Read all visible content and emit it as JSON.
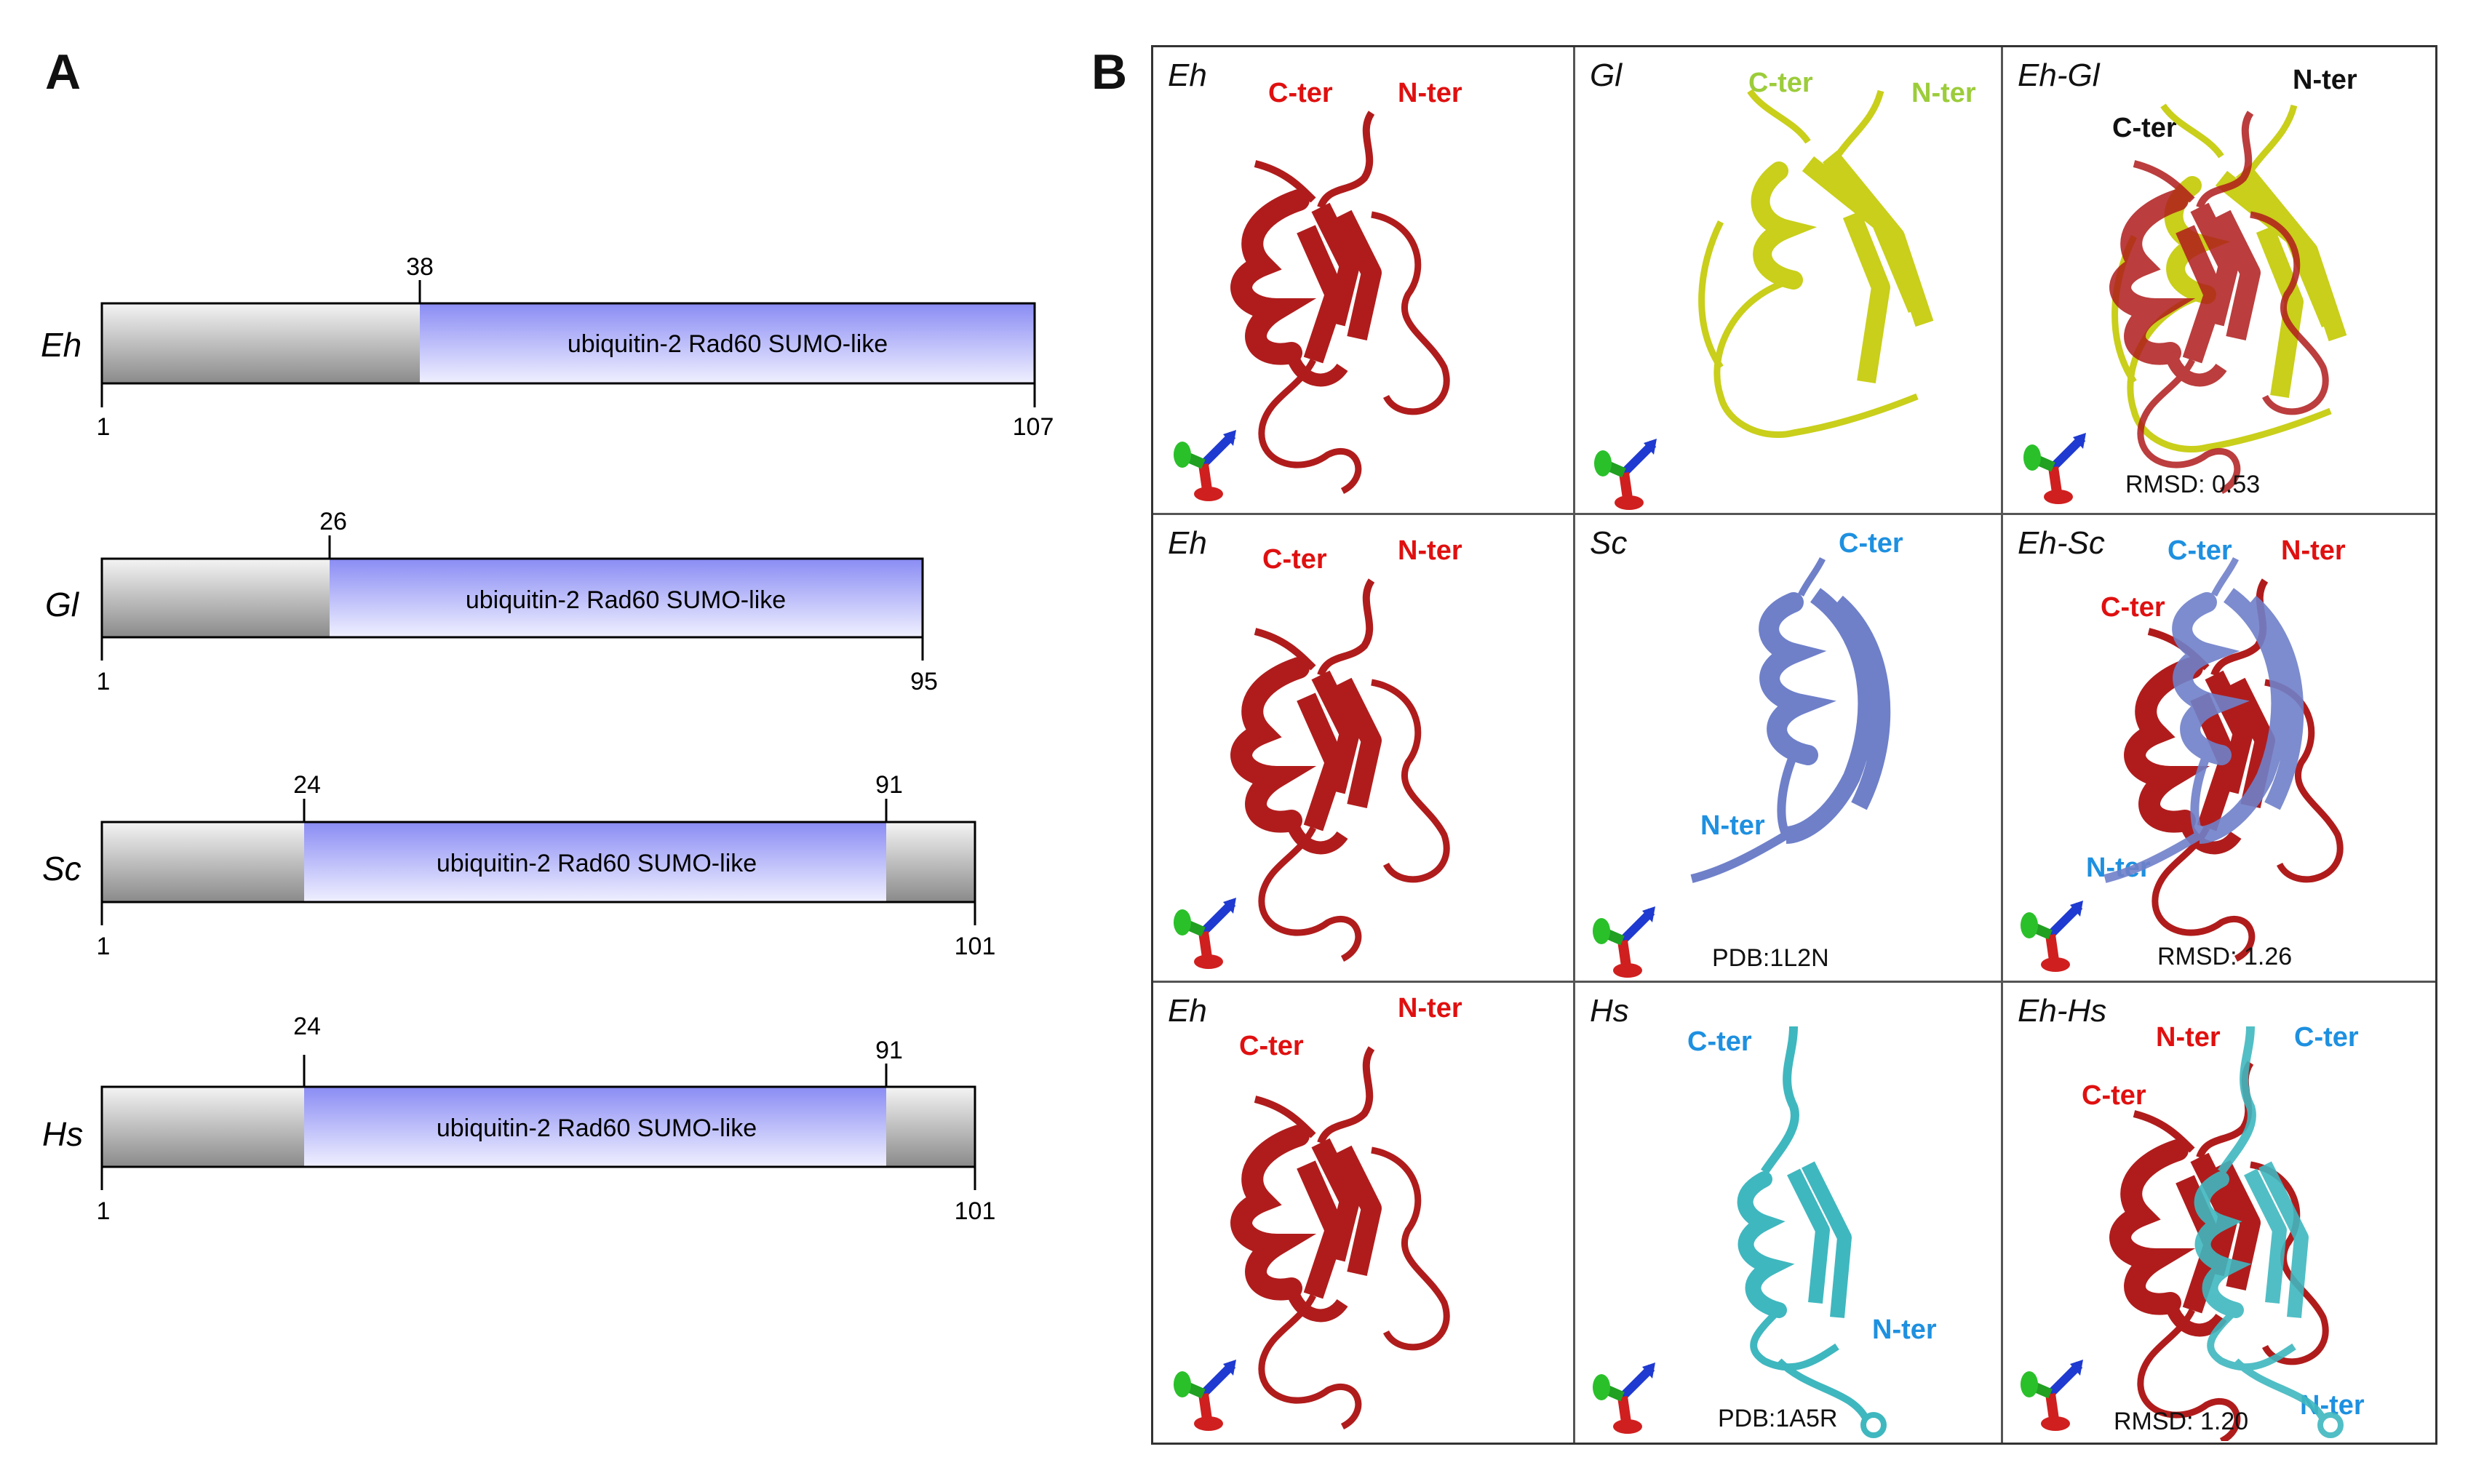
{
  "panel_a": {
    "letter": "A",
    "rows": [
      {
        "species": "Eh",
        "domain_label": "ubiquitin-2 Rad60 SUMO-like",
        "start": "1",
        "end": "107",
        "markers": [
          "38"
        ]
      },
      {
        "species": "Gl",
        "domain_label": "ubiquitin-2 Rad60 SUMO-like",
        "start": "1",
        "end": "95",
        "markers": [
          "26"
        ]
      },
      {
        "species": "Sc",
        "domain_label": "ubiquitin-2 Rad60 SUMO-like",
        "start": "1",
        "end": "101",
        "markers": [
          "24",
          "91"
        ]
      },
      {
        "species": "Hs",
        "domain_label": "ubiquitin-2 Rad60 SUMO-like",
        "start": "1",
        "end": "101",
        "markers": [
          "24",
          "91"
        ]
      }
    ]
  },
  "panel_b": {
    "letter": "B",
    "cells": [
      {
        "title": "Eh",
        "labels": [
          "C-ter",
          "N-ter"
        ],
        "note": ""
      },
      {
        "title": "Gl",
        "labels": [
          "C-ter",
          "N-ter"
        ],
        "note": ""
      },
      {
        "title": "Eh-Gl",
        "labels": [
          "C-ter",
          "N-ter"
        ],
        "note": "RMSD: 0.53"
      },
      {
        "title": "Eh",
        "labels": [
          "C-ter",
          "N-ter"
        ],
        "note": ""
      },
      {
        "title": "Sc",
        "labels": [
          "C-ter",
          "N-ter"
        ],
        "note": "PDB:1L2N"
      },
      {
        "title": "Eh-Sc",
        "labels": [
          "C-ter",
          "N-ter",
          "C-ter",
          "N-ter"
        ],
        "note": "RMSD: 1.26"
      },
      {
        "title": "Eh",
        "labels": [
          "C-ter",
          "N-ter"
        ],
        "note": ""
      },
      {
        "title": "Hs",
        "labels": [
          "C-ter",
          "N-ter"
        ],
        "note": "PDB:1A5R"
      },
      {
        "title": "Eh-Hs",
        "labels": [
          "N-ter",
          "C-ter",
          "C-ter",
          "N-ter"
        ],
        "note": "RMSD: 1.20"
      }
    ]
  },
  "colors": {
    "eh": "#b01c1c",
    "gl": "#c9cf1a",
    "sc": "#6f80c9",
    "hs": "#3fb7bf",
    "red_label": "#e01010",
    "green_label": "#9ccc3a",
    "blue_label": "#1e90e0",
    "black_label": "#111111"
  }
}
